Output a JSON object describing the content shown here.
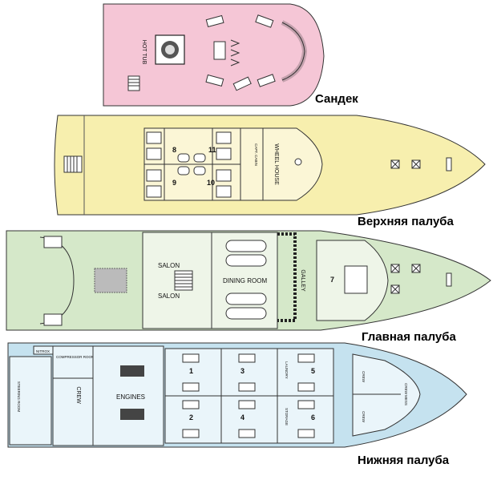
{
  "colors": {
    "sundeck": "#f5c6d6",
    "upper_deck": "#f7efae",
    "main_deck": "#d5e8c9",
    "lower_deck": "#c5e2ef",
    "outline": "#333333"
  },
  "decks": {
    "sundeck": {
      "title": "Сандек",
      "labels": {
        "hot_tub": "HOT TUB"
      }
    },
    "upper": {
      "title": "Верхняя палуба",
      "labels": {
        "wheel_house": "WHEEL HOUSE",
        "capt_cabin": "CAPT. CABIN",
        "cabin_8": "8",
        "cabin_9": "9",
        "cabin_10": "10",
        "cabin_11": "11"
      }
    },
    "main": {
      "title": "Главная палуба",
      "labels": {
        "salon_top": "SALON",
        "salon_bottom": "SALON",
        "dining_room": "DINING ROOM",
        "galley": "GALLEY",
        "cabin_7": "7"
      }
    },
    "lower": {
      "title": "Нижняя палуба",
      "labels": {
        "nitrox": "NITROX",
        "compressor_room": "COMPRESSOR ROOM",
        "steering_room": "STEERING ROOM",
        "crew_aft": "CREW",
        "engines": "ENGINES",
        "cabin_1": "1",
        "cabin_2": "2",
        "cabin_3": "3",
        "cabin_4": "4",
        "cabin_5": "5",
        "cabin_6": "6",
        "laundry": "LAUNDRY",
        "storage": "STORAGE",
        "crew_fwd_top": "CREW",
        "crew_fwd_bottom": "CREW",
        "crew_mess": "CREW MESS"
      }
    }
  }
}
